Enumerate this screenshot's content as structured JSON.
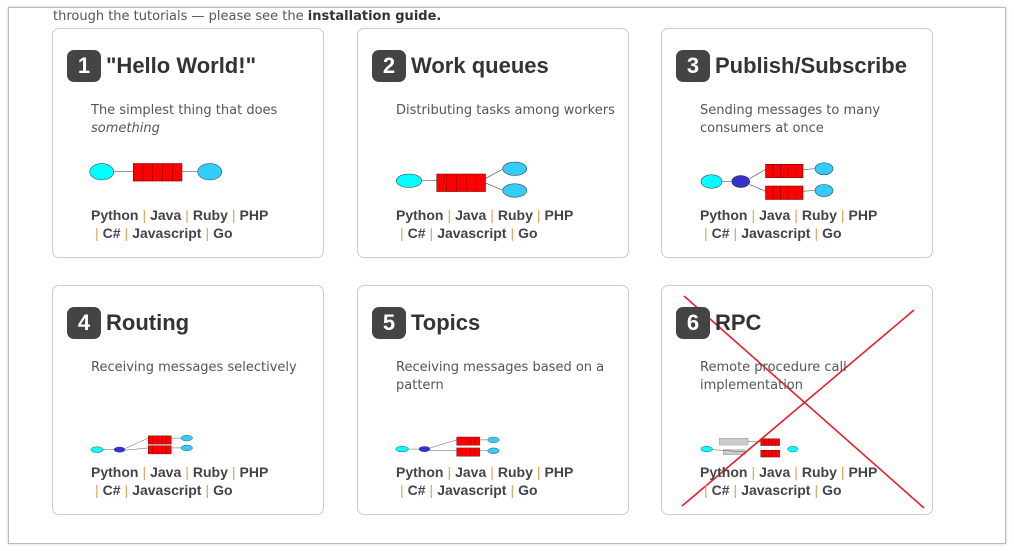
{
  "intro": {
    "text": "through the tutorials — please see the ",
    "link": "installation guide."
  },
  "cards": [
    {
      "number": "1",
      "title": "\"Hello World!\"",
      "description": "The simplest thing that does ",
      "description_em": "something",
      "diagram": "hello-world"
    },
    {
      "number": "2",
      "title": "Work queues",
      "description": "Distributing tasks among workers",
      "description_em": "",
      "diagram": "work-queues"
    },
    {
      "number": "3",
      "title": "Publish/Subscribe",
      "description": "Sending messages to many consumers at once",
      "description_em": "",
      "diagram": "pubsub"
    },
    {
      "number": "4",
      "title": "Routing",
      "description": "Receiving messages selectively",
      "description_em": "",
      "diagram": "routing"
    },
    {
      "number": "5",
      "title": "Topics",
      "description": "Receiving messages based on a pattern",
      "description_em": "",
      "diagram": "topics"
    },
    {
      "number": "6",
      "title": "RPC",
      "description": "Remote procedure call implementation",
      "description_em": "",
      "diagram": "rpc",
      "crossed_out": true
    }
  ],
  "languages": [
    "Python",
    "Java",
    "Ruby",
    "PHP",
    "C#",
    "Javascript",
    "Go"
  ],
  "colors": {
    "queue": "#ff0000",
    "producer": "#00ffff",
    "consumer": "#33ccff",
    "exchange": "#3333cc",
    "cross": "#e8202a",
    "separator": "#e0a050"
  }
}
